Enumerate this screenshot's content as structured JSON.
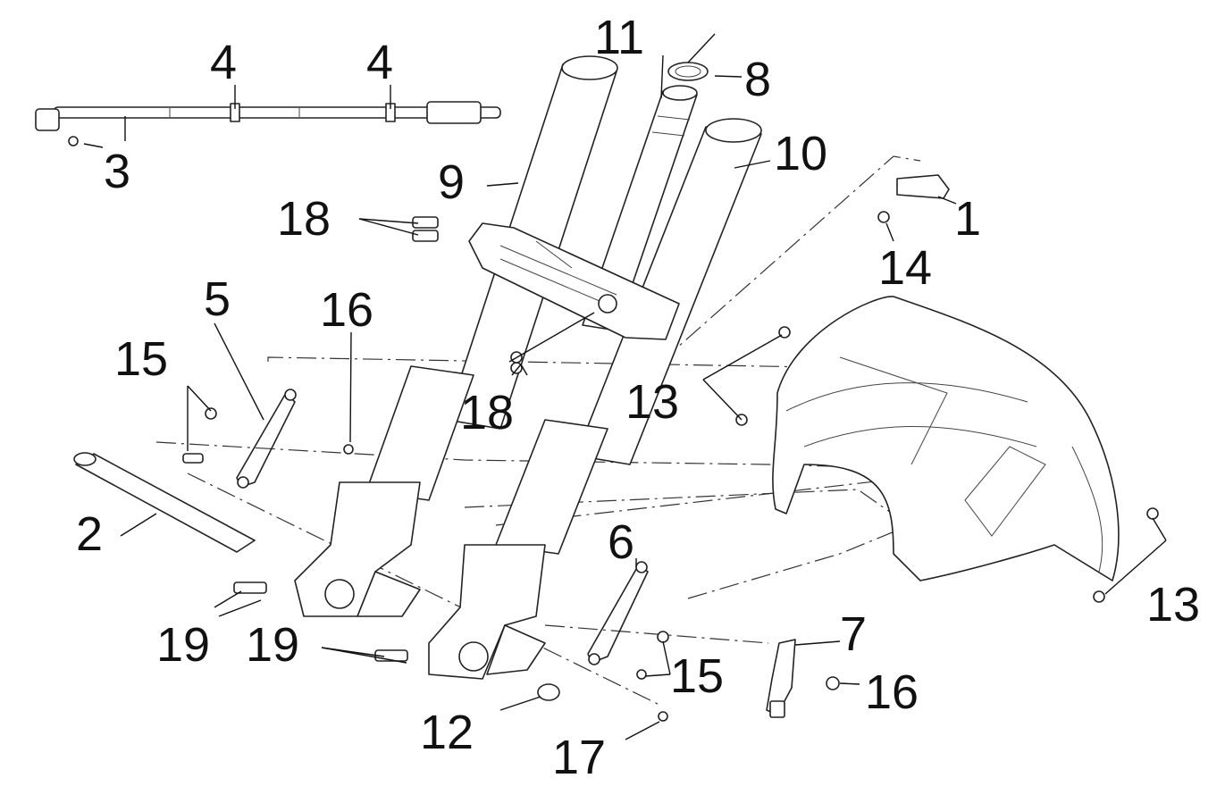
{
  "callouts": {
    "c1": "1",
    "c2": "2",
    "c3": "3",
    "c4a": "4",
    "c4b": "4",
    "c5": "5",
    "c6": "6",
    "c7": "7",
    "c8": "8",
    "c9": "9",
    "c10": "10",
    "c11": "11",
    "c12": "12",
    "c13a": "13",
    "c13b": "13",
    "c14": "14",
    "c15a": "15",
    "c15b": "15",
    "c16a": "16",
    "c16b": "16",
    "c17": "17",
    "c18a": "18",
    "c18b": "18",
    "c19a": "19",
    "c19b": "19"
  }
}
